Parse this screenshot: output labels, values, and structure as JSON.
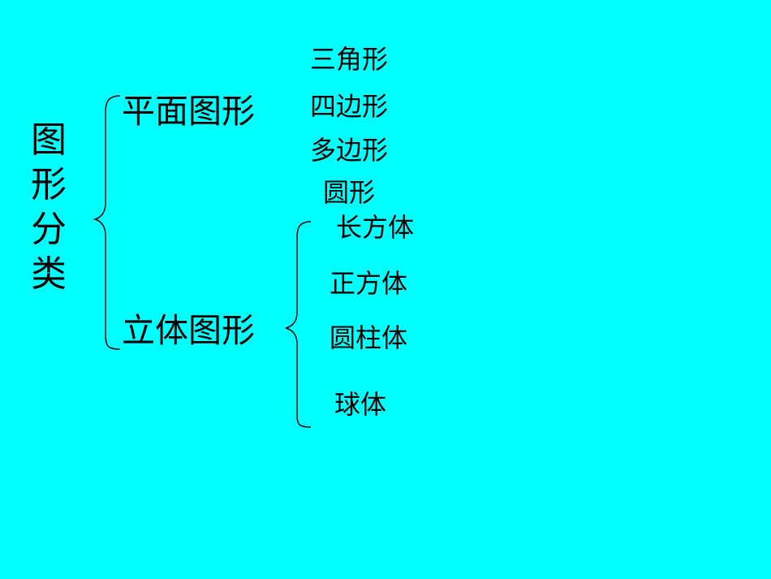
{
  "root": {
    "label": "图形分类"
  },
  "plane": {
    "label": "平面图形",
    "items": [
      "三角形",
      "四边形",
      "多边形",
      "圆形"
    ]
  },
  "solid": {
    "label": "立体图形",
    "items": [
      "长方体",
      "正方体",
      "圆柱体",
      "球体"
    ]
  },
  "colors": {
    "background": "#00FFFF",
    "text": "#000000"
  }
}
